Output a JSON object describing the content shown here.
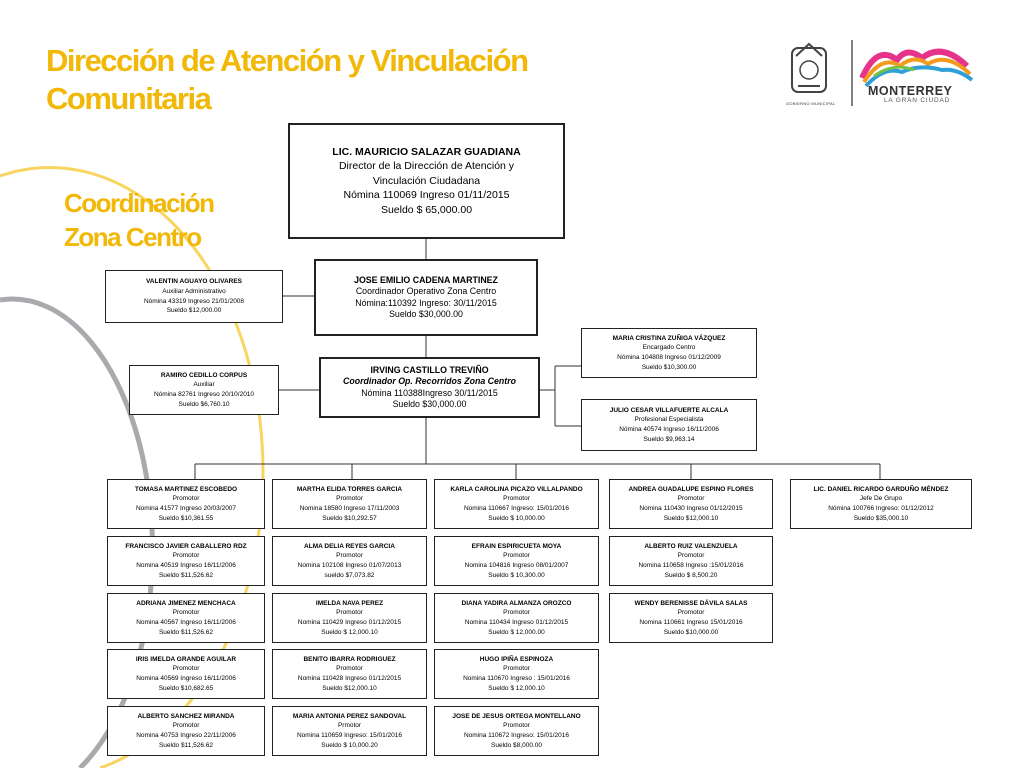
{
  "header": {
    "title_line1": "Dirección de Atención y Vinculación",
    "title_line2": "Comunitaria",
    "subtitle_line1": "Coordinación",
    "subtitle_line2": "Zona Centro"
  },
  "logos": {
    "municipal": "GOBIERNO MUNICIPAL",
    "city_name": "MONTERREY",
    "city_tagline": "LA GRAN CIUDAD"
  },
  "org": {
    "director": {
      "name": "LIC. MAURICIO SALAZAR GUADIANA",
      "role_line1": "Director  de la Dirección de Atención y",
      "role_line2": "Vinculación Ciudadana",
      "nomina": "Nómina 110069 Ingreso 01/11/2015",
      "sueldo": "Sueldo $ 65,000.00"
    },
    "coordinador": {
      "name": "JOSE EMILIO CADENA MARTINEZ",
      "role": "Coordinador  Operativo Zona Centro",
      "nomina": "Nómina:110392 Ingreso: 30/11/2015",
      "sueldo": "Sueldo $30,000.00"
    },
    "aux_admin": {
      "name": "VALENTIN AGUAYO OLIVARES",
      "role": "Auxiliar Administrativo",
      "nomina": "Nómina 43319 Ingreso 21/01/2008",
      "sueldo": "Sueldo  $12,000.00"
    },
    "recorridos": {
      "name": "IRVING CASTILLO TREVIÑO",
      "role": "Coordinador Op. Recorridos Zona Centro",
      "nomina": "Nómina 110388Ingreso 30/11/2015",
      "sueldo": "Sueldo $30,000.00"
    },
    "auxiliar": {
      "name": "RAMIRO CEDILLO CORPUS",
      "role": "Auxiliar",
      "nomina": "Nómina 82761 Ingreso 20/10/2010",
      "sueldo": "Sueldo $6,760.10"
    },
    "encargado": {
      "name": "MARIA CRISTINA ZUÑIGA VÁZQUEZ",
      "role": "Encargado Centro",
      "nomina": "Nómina 104808 Ingreso 01/12/2009",
      "sueldo": "Sueldo $10,300.00"
    },
    "profesional": {
      "name": "JULIO CESAR VILLAFUERTE ALCALA",
      "role": "Profesional Especialista",
      "nomina": "Nómina 40574 Ingreso 16/11/2006",
      "sueldo": "Sueldo  $9,963.14"
    },
    "jefe_grupo": {
      "name": "LIC. DANIEL RICARDO GARDUÑO MÉNDEZ",
      "role": "Jefe De Grupo",
      "nomina": "Nómina 100766 Ingreso: 01/12/2012",
      "sueldo": "Sueldo $35,000.10"
    },
    "columns": [
      [
        {
          "name": "TOMASA MARTINEZ ESCOBEDO",
          "role": "Promotor",
          "nomina": "Nomina 41577  Ingreso 20/03/2007",
          "sueldo": "Sueldo $10,361.55"
        },
        {
          "name": "FRANCISCO JAVIER CABALLERO RDZ",
          "role": "Promotor",
          "nomina": "Nomina 40519 Ingreso 16/11/2006",
          "sueldo": "Sueldo $11,526.62"
        },
        {
          "name": "ADRIANA JIMENEZ MENCHACA",
          "role": "Promotor",
          "nomina": "Nomina 40567 Ingreso 16/11/2006",
          "sueldo": "Sueldo $11,526.62"
        },
        {
          "name": "IRIS IMELDA GRANDE AGUILAR",
          "role": "Promotor",
          "nomina": "Nomina 40569 Ingreso 16/11/2006",
          "sueldo": "Sueldo $10,682.65"
        },
        {
          "name": "ALBERTO SANCHEZ MIRANDA",
          "role": "Promotor",
          "nomina": "Nomina 40753 Ingreso 22/11/2006",
          "sueldo": "Sueldo $11,526.62"
        }
      ],
      [
        {
          "name": "MARTHA ELIDA TORRES GARCIA",
          "role": "Promotor",
          "nomina": "Nomina 18580 Ingreso 17/11/2003",
          "sueldo": "Sueldo $10,292.57"
        },
        {
          "name": "ALMA DELIA REYES GARCIA",
          "role": "Promotor",
          "nomina": "Nomina 102108 Ingreso 01/07/2013",
          "sueldo": "sueldo $7,073.82"
        },
        {
          "name": "IMELDA NAVA PEREZ",
          "role": "Promotor",
          "nomina": "Nomina 110429 Ingreso 01/12/2015",
          "sueldo": "Sueldo $ 12,000.10"
        },
        {
          "name": "BENITO IBARRA RODRIGUEZ",
          "role": "Promotor",
          "nomina": "Nomina 110428 Ingreso 01/12/2015",
          "sueldo": "Sueldo  $12,000.10"
        },
        {
          "name": "MARIA ANTONIA PEREZ SANDOVAL",
          "role": "Prmotor",
          "nomina": "Nomina 110659 Ingreso: 15/01/2016",
          "sueldo": "Sueldo $ 10,000.20"
        }
      ],
      [
        {
          "name": "KARLA CAROLINA PICAZO VILLALPANDO",
          "role": "Promotor",
          "nomina": "Nomina 110667 Ingreso: 15/01/2016",
          "sueldo": "Sueldo $ 10,000.00"
        },
        {
          "name": "EFRAIN ESPIRICUETA MOYA",
          "role": "Promotor",
          "nomina": "Nomina 104816 Ingreso 08/01/2007",
          "sueldo": "Sueldo $ 10,300.00"
        },
        {
          "name": "DIANA YADIRA ALMANZA OROZCO",
          "role": "Promotor",
          "nomina": "Nomina 110434 Ingreso 01/12/2015",
          "sueldo": "Sueldo $ 12,000.00"
        },
        {
          "name": "HUGO IPIÑA ESPINOZA",
          "role": "Promotor",
          "nomina": "Nomina 110670 Ingreso : 15/01/2016",
          "sueldo": "Sueldo $ 12,000.10"
        },
        {
          "name": "JOSE DE JESUS ORTEGA MONTELLANO",
          "role": "Promotor",
          "nomina": "Nomina 110672  Ingreso: 15/01/2016",
          "sueldo": "Sueldo $8,000.00"
        }
      ],
      [
        {
          "name": "ANDREA GUADALUPE ESPINO FLORES",
          "role": "Promotor",
          "nomina": "Nomina 110430 Ingreso 01/12/2015",
          "sueldo": "Sueldo $12,000.10"
        },
        {
          "name": "ALBERTO RUIZ VALENZUELA",
          "role": "Promotor",
          "nomina": "Nomina 110658 Ingreso :15/01/2016",
          "sueldo": "Sueldo $ 8,500.20"
        },
        {
          "name": "WENDY BERENISSE DÁVILA SALAS",
          "role": "Promotor",
          "nomina": "Nomina 110661 Ingreso 15/01/2016",
          "sueldo": "Sueldo $10,000.00"
        }
      ]
    ]
  },
  "colors": {
    "title": "#f2b807",
    "border": "#222222",
    "arc_gray": "#a9a9ae",
    "arc_yellow": "#f2b807"
  }
}
